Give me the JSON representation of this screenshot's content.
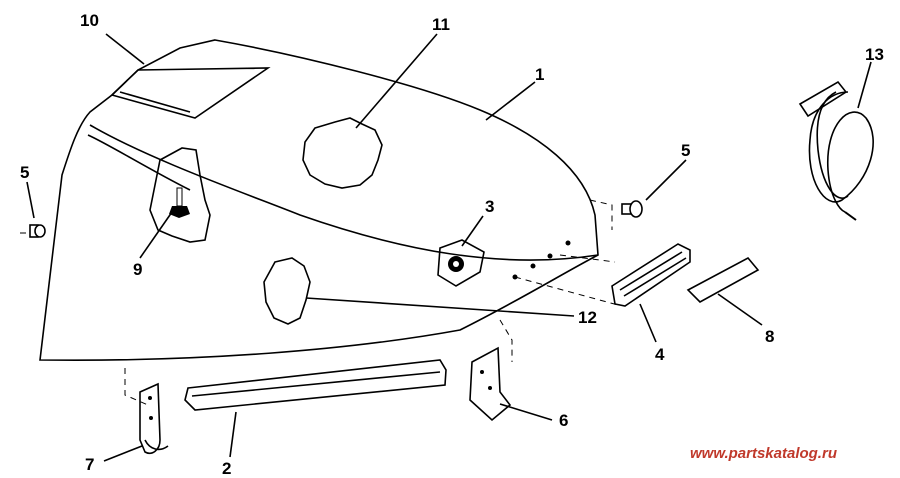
{
  "diagram": {
    "callouts": [
      {
        "id": "label-1",
        "text": "1"
      },
      {
        "id": "label-2",
        "text": "2"
      },
      {
        "id": "label-3",
        "text": "3"
      },
      {
        "id": "label-4",
        "text": "4"
      },
      {
        "id": "label-5a",
        "text": "5"
      },
      {
        "id": "label-5b",
        "text": "5"
      },
      {
        "id": "label-6",
        "text": "6"
      },
      {
        "id": "label-7",
        "text": "7"
      },
      {
        "id": "label-8",
        "text": "8"
      },
      {
        "id": "label-9",
        "text": "9"
      },
      {
        "id": "label-10",
        "text": "10"
      },
      {
        "id": "label-11",
        "text": "11"
      },
      {
        "id": "label-12",
        "text": "12"
      },
      {
        "id": "label-13",
        "text": "13"
      }
    ]
  },
  "watermark": {
    "text": "www.partskatalog.ru",
    "color": "#c0392b"
  }
}
